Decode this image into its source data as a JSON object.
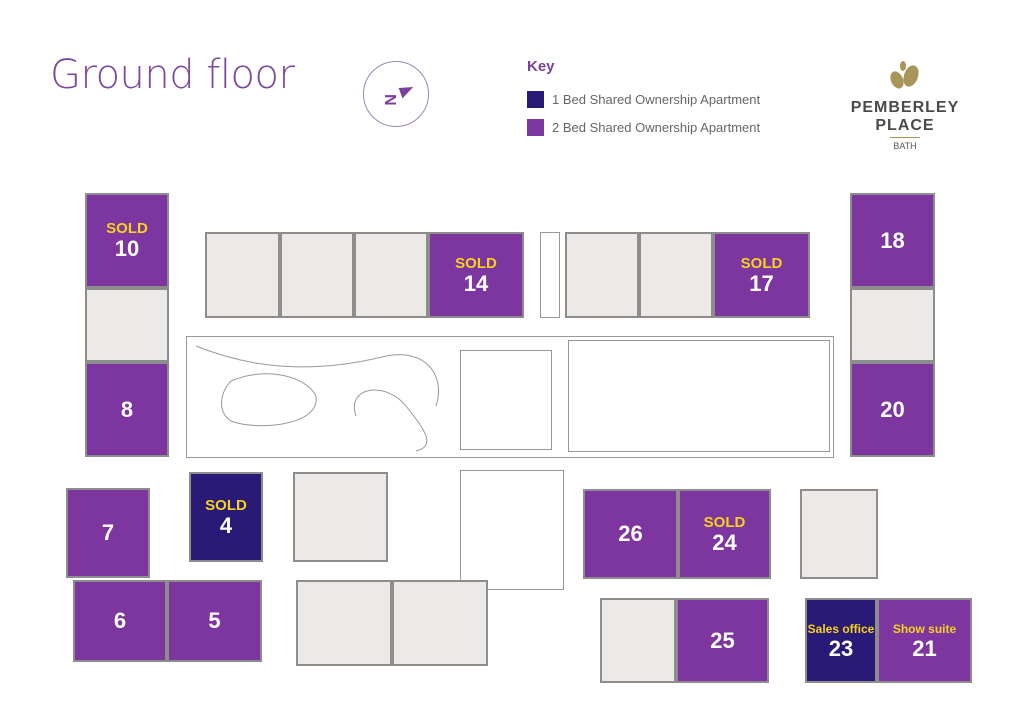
{
  "header": {
    "title": "Ground floor",
    "compass_label": "N"
  },
  "key": {
    "title": "Key",
    "items": [
      {
        "label": "1 Bed Shared Ownership Apartment",
        "color": "#2a1a78"
      },
      {
        "label": "2 Bed Shared Ownership Apartment",
        "color": "#7d35a0"
      }
    ]
  },
  "logo": {
    "name": "PEMBERLEY PLACE",
    "sub": "BATH",
    "leaf_color": "#a8955a"
  },
  "colors": {
    "one_bed": "#2a1a78",
    "two_bed": "#7d35a0",
    "sold_text": "#f7d21b",
    "unavailable": "#ece9e6"
  },
  "units": [
    {
      "number": "10",
      "status": "SOLD",
      "type": "2 Bed"
    },
    {
      "number": "8",
      "status": "",
      "type": "2 Bed"
    },
    {
      "number": "14",
      "status": "SOLD",
      "type": "2 Bed"
    },
    {
      "number": "17",
      "status": "SOLD",
      "type": "2 Bed"
    },
    {
      "number": "18",
      "status": "",
      "type": "2 Bed"
    },
    {
      "number": "20",
      "status": "",
      "type": "2 Bed"
    },
    {
      "number": "7",
      "status": "",
      "type": "2 Bed"
    },
    {
      "number": "4",
      "status": "SOLD",
      "type": "1 Bed"
    },
    {
      "number": "6",
      "status": "",
      "type": "2 Bed"
    },
    {
      "number": "5",
      "status": "",
      "type": "2 Bed"
    },
    {
      "number": "26",
      "status": "",
      "type": "2 Bed"
    },
    {
      "number": "24",
      "status": "SOLD",
      "type": "2 Bed"
    },
    {
      "number": "25",
      "status": "",
      "type": "2 Bed"
    },
    {
      "number": "23",
      "status": "Sales office",
      "type": "1 Bed"
    },
    {
      "number": "21",
      "status": "Show suite",
      "type": "2 Bed"
    }
  ]
}
